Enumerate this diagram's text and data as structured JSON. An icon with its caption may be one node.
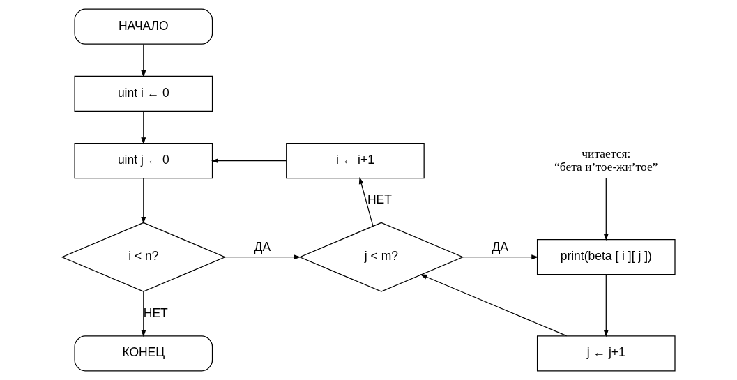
{
  "diagram": {
    "nodes": [
      {
        "text": [
          "НАЧАЛО"
        ]
      },
      {
        "text": [
          "uint i ← 0"
        ]
      },
      {
        "text": [
          "i ← i+1"
        ]
      },
      {
        "text": [
          "uint j ← 0"
        ]
      },
      {
        "text": [
          "i < n?"
        ]
      },
      {
        "text": [
          "j < m?"
        ]
      },
      {
        "text": [
          "print(beta [ i ][ j ])"
        ]
      },
      {
        "text": [
          "КОНЕЦ"
        ]
      },
      {
        "text": [
          "j ← j+1"
        ]
      },
      {
        "text": [
          "читается:",
          "“бета и’тое-жи’тое”"
        ]
      }
    ],
    "edges": [
      {
        "from": 0,
        "to": 1,
        "arrow": "to"
      },
      {
        "from": 1,
        "to": 3,
        "arrow": "to"
      },
      {
        "from": 2,
        "to": 3,
        "arrow": "to"
      },
      {
        "from": 3,
        "to": 4,
        "arrow": "to"
      },
      {
        "from": 4,
        "to": 7,
        "label": "НЕТ",
        "arrow": "to"
      },
      {
        "from": 4,
        "to": 5,
        "label": "ДА",
        "arrow": "to"
      },
      {
        "from": 5,
        "to": 2,
        "label": "НЕТ",
        "arrow": "to"
      },
      {
        "from": 5,
        "to": 6,
        "label": "ДА",
        "arrow": "to"
      },
      {
        "from": 9,
        "to": 6,
        "arrow": "to"
      },
      {
        "from": 6,
        "to": 8,
        "arrow": "to"
      },
      {
        "from": 8,
        "to": 5,
        "arrow": "to"
      }
    ]
  }
}
